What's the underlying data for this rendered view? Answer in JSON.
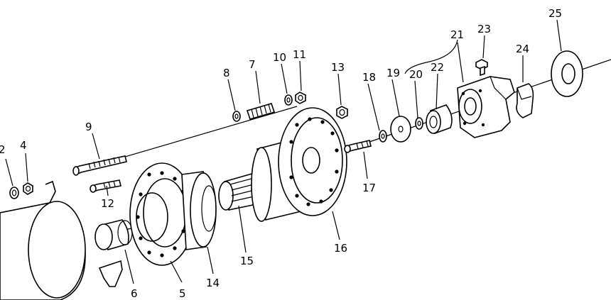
{
  "diagram": {
    "part_labels": [
      "2",
      "4",
      "5",
      "6",
      "7",
      "8",
      "9",
      "10",
      "11",
      "12",
      "13",
      "14",
      "15",
      "16",
      "17",
      "18",
      "19",
      "20",
      "21",
      "22",
      "23",
      "24",
      "25"
    ]
  }
}
